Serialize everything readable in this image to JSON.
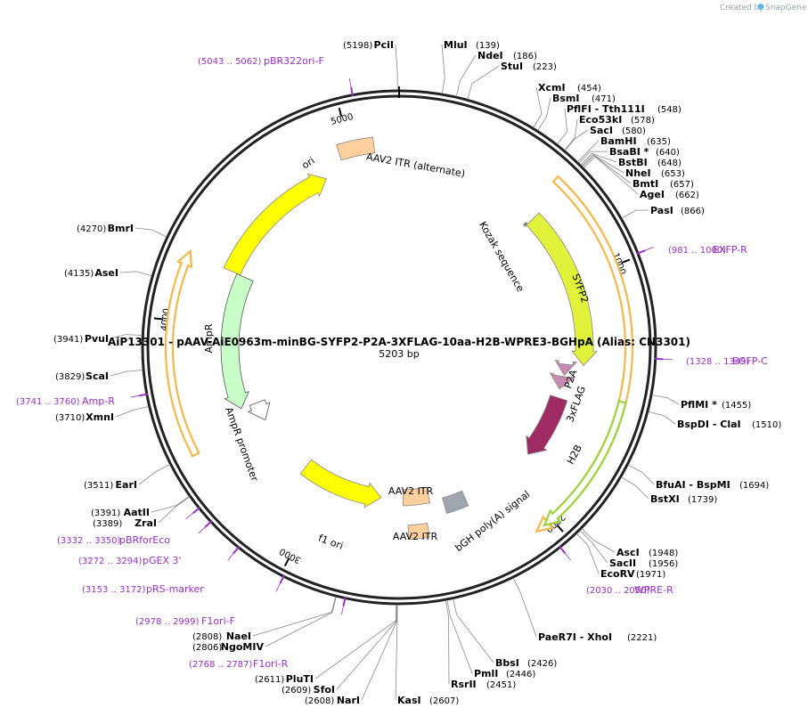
{
  "credit": {
    "created_by": "Created by",
    "brand": "SnapGene"
  },
  "plasmid": {
    "title": "AiP13301 - pAAV-AiE0963m-minBG-SYFP2-P2A-3XFLAG-10aa-H2B-WPRE3-BGHpA (Alias: CN3301)",
    "size_label": "5203 bp",
    "length": 5203
  },
  "ticks": [
    {
      "pos": 1000,
      "label": "1000"
    },
    {
      "pos": 2000,
      "label": "2000"
    },
    {
      "pos": 3000,
      "label": "3000"
    },
    {
      "pos": 4000,
      "label": "4000"
    },
    {
      "pos": 5000,
      "label": "5000"
    }
  ],
  "enzymes": [
    {
      "name": "PciI",
      "num": "(5198)",
      "pos": 5198
    },
    {
      "name": "MluI",
      "num": "(139)",
      "pos": 139
    },
    {
      "name": "NdeI",
      "num": "(186)",
      "pos": 186
    },
    {
      "name": "StuI",
      "num": "(223)",
      "pos": 223
    },
    {
      "name": "XcmI",
      "num": "(454)",
      "pos": 454
    },
    {
      "name": "BsmI",
      "num": "(471)",
      "pos": 471
    },
    {
      "name": "PflFI - Tth111I",
      "num": "(548)",
      "pos": 548
    },
    {
      "name": "Eco53kI",
      "num": "(578)",
      "pos": 578
    },
    {
      "name": "SacI",
      "num": "(580)",
      "pos": 580
    },
    {
      "name": "BamHI",
      "num": "(635)",
      "pos": 635
    },
    {
      "name": "BsaBI *",
      "num": "(640)",
      "pos": 640
    },
    {
      "name": "BstBI",
      "num": "(648)",
      "pos": 648
    },
    {
      "name": "NheI",
      "num": "(653)",
      "pos": 653
    },
    {
      "name": "BmtI",
      "num": "(657)",
      "pos": 657
    },
    {
      "name": "AgeI",
      "num": "(662)",
      "pos": 662
    },
    {
      "name": "PasI",
      "num": "(866)",
      "pos": 866
    },
    {
      "name": "PflMI *",
      "num": "(1455)",
      "pos": 1455
    },
    {
      "name": "BspDI - ClaI",
      "num": "(1510)",
      "pos": 1510
    },
    {
      "name": "BfuAI - BspMI",
      "num": "(1694)",
      "pos": 1694
    },
    {
      "name": "BstXI",
      "num": "(1739)",
      "pos": 1739
    },
    {
      "name": "AscI",
      "num": "(1948)",
      "pos": 1948
    },
    {
      "name": "SacII",
      "num": "(1956)",
      "pos": 1956
    },
    {
      "name": "EcoRV",
      "num": "(1971)",
      "pos": 1971
    },
    {
      "name": "PaeR7I - XhoI",
      "num": "(2221)",
      "pos": 2221
    },
    {
      "name": "BbsI",
      "num": "(2426)",
      "pos": 2426
    },
    {
      "name": "PmlI",
      "num": "(2446)",
      "pos": 2446
    },
    {
      "name": "RsrII",
      "num": "(2451)",
      "pos": 2451
    },
    {
      "name": "KasI",
      "num": "(2607)",
      "pos": 2607
    },
    {
      "name": "NarI",
      "num": "(2608)",
      "pos": 2608
    },
    {
      "name": "SfoI",
      "num": "(2609)",
      "pos": 2609
    },
    {
      "name": "PluTI",
      "num": "(2611)",
      "pos": 2611
    },
    {
      "name": "NgoMIV",
      "num": "(2806)",
      "pos": 2806
    },
    {
      "name": "NaeI",
      "num": "(2808)",
      "pos": 2808
    },
    {
      "name": "EarI",
      "num": "(3511)",
      "pos": 3511
    },
    {
      "name": "ZraI",
      "num": "(3389)",
      "pos": 3389
    },
    {
      "name": "AatII",
      "num": "(3391)",
      "pos": 3391
    },
    {
      "name": "XmnI",
      "num": "(3710)",
      "pos": 3710
    },
    {
      "name": "ScaI",
      "num": "(3829)",
      "pos": 3829
    },
    {
      "name": "PvuI",
      "num": "(3941)",
      "pos": 3941
    },
    {
      "name": "AseI",
      "num": "(4135)",
      "pos": 4135
    },
    {
      "name": "BmrI",
      "num": "(4270)",
      "pos": 4270
    }
  ],
  "primers": [
    {
      "name": "pBR322ori-F",
      "range": "(5043 .. 5062)",
      "pos": 5052
    },
    {
      "name": "EXFP-R",
      "range": "(981 .. 1000)",
      "pos": 990
    },
    {
      "name": "EGFP-C",
      "range": "(1328 .. 1349)",
      "pos": 1338
    },
    {
      "name": "WPRE-R",
      "range": "(2030 .. 2050)",
      "pos": 2040
    },
    {
      "name": "F1ori-F",
      "range": "(2978 .. 2999)",
      "pos": 2988
    },
    {
      "name": "F1ori-R",
      "range": "(2768 .. 2787)",
      "pos": 2777
    },
    {
      "name": "pRS-marker",
      "range": "(3153 .. 3172)",
      "pos": 3162
    },
    {
      "name": "pGEX 3'",
      "range": "(3272 .. 3294)",
      "pos": 3283
    },
    {
      "name": "pBRforEco",
      "range": "(3332 .. 3350)",
      "pos": 3341
    },
    {
      "name": "Amp-R",
      "range": "(3741 .. 3760)",
      "pos": 3750
    }
  ],
  "features": [
    {
      "name": "ori",
      "color": "#ffff00",
      "start": 4255,
      "end": 4866,
      "dir": 1
    },
    {
      "name": "AAV2 ITR (alternate)",
      "color": "#ffd09e",
      "start": 4955,
      "end": 5100,
      "dir": 0
    },
    {
      "name": "Kozak sequence",
      "color": "#777777",
      "start": 656,
      "end": 666,
      "dir": 0
    },
    {
      "name": "SYFP2",
      "color": "#e0f23a",
      "start": 667,
      "end": 1382,
      "dir": 1
    },
    {
      "name": "P2A",
      "color": "#c98ab4",
      "start": 1385,
      "end": 1440,
      "dir": 1
    },
    {
      "name": "3xFLAG",
      "color": "#c98ab4",
      "start": 1447,
      "end": 1512,
      "dir": 1
    },
    {
      "name": "H2B",
      "color": "#9e2b63",
      "start": 1555,
      "end": 1875,
      "dir": 1
    },
    {
      "name": "bGH poly(A) signal",
      "color": "#a0a6ad",
      "start": 2260,
      "end": 2370,
      "dir": 0
    },
    {
      "name": "AAV2 ITR",
      "color": "#ffd09e",
      "start": 2440,
      "end": 2580,
      "dir": 0
    },
    {
      "name": "f1 ori",
      "color": "#ffff00",
      "start": 2700,
      "end": 3150,
      "dir": -1
    },
    {
      "name": "AmpR promoter",
      "color": "#ffffff",
      "start": 3490,
      "end": 3594,
      "dir": -1
    },
    {
      "name": "AmpR",
      "color": "#c8ffc8",
      "start": 3595,
      "end": 4255,
      "dir": -1
    }
  ],
  "orf_arcs": [
    {
      "color": "#f2b84b",
      "start": 620,
      "end": 2070,
      "dir": 1
    },
    {
      "color": "#9cd23c",
      "start": 1500,
      "end": 2035,
      "dir": 1
    },
    {
      "color": "#f2b84b",
      "start": 3500,
      "end": 4260,
      "dir": 1
    }
  ]
}
